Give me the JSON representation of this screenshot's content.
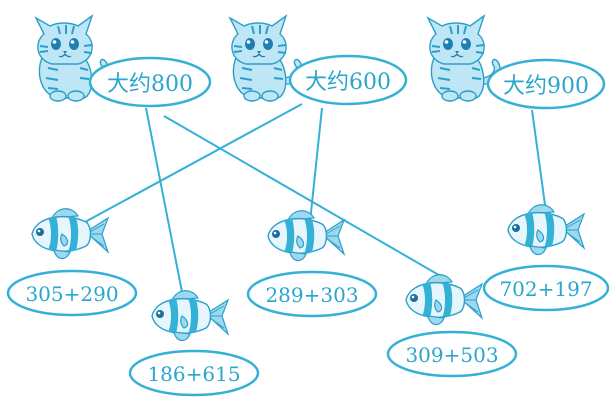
{
  "cats": [
    {
      "label": "大约800"
    },
    {
      "label": "大约600"
    },
    {
      "label": "大约900"
    }
  ],
  "fishes": [
    {
      "label": "305+290"
    },
    {
      "label": "186+615"
    },
    {
      "label": "289+303"
    },
    {
      "label": "309+503"
    },
    {
      "label": "702+197"
    }
  ],
  "colors": {
    "line": "#35b0d6",
    "text": "#2aa6cc",
    "cat": "#bfe6f5",
    "fish_band": "#35b0d6"
  },
  "icons": {
    "cat": "cat-icon",
    "fish": "clownfish-icon"
  },
  "connections": [
    {
      "cat": "大约800",
      "fish": "186+615"
    },
    {
      "cat": "大约800",
      "fish": "309+503"
    },
    {
      "cat": "大约600",
      "fish": "305+290"
    },
    {
      "cat": "大约600",
      "fish": "289+303"
    },
    {
      "cat": "大约900",
      "fish": "702+197"
    }
  ]
}
